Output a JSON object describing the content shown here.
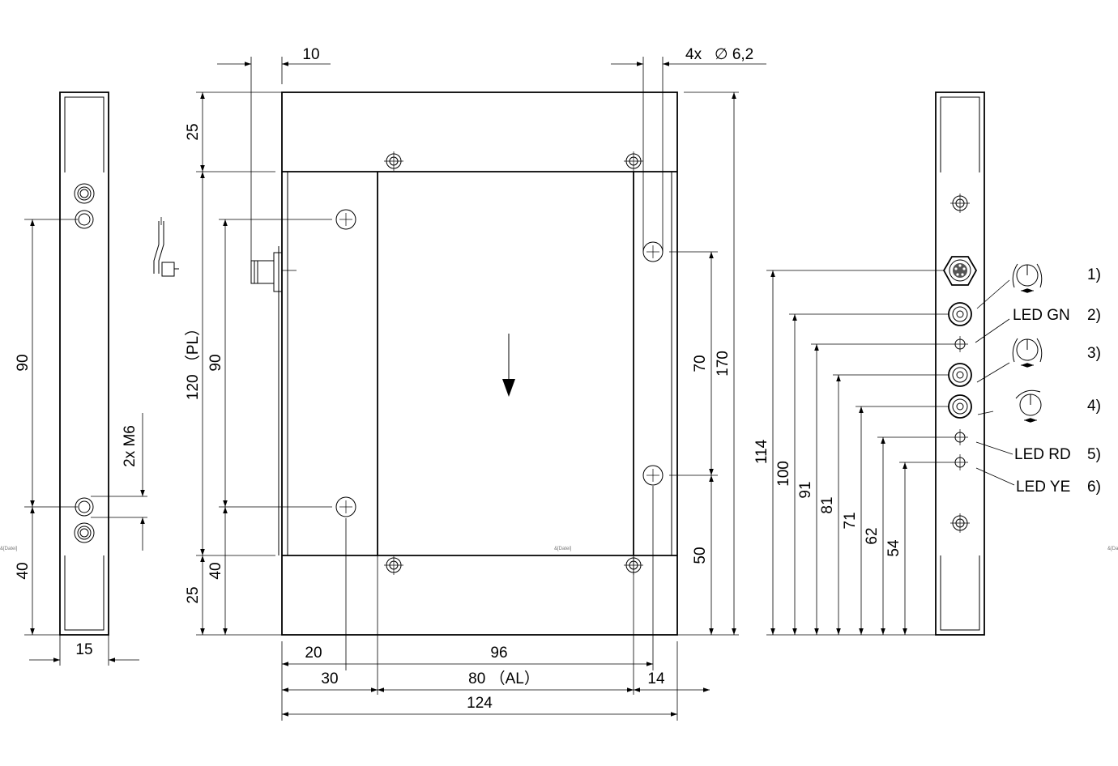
{
  "dimensions": {
    "top_width": "10",
    "holes_spec": "4x",
    "hole_dia": "∅ 6,2",
    "top_margin": "25",
    "bottom_margin": "25",
    "pl_height": "120 （PL）",
    "hole_pitch_v": "90",
    "left_hole_v": "90",
    "left_bottom": "40",
    "main_bottom": "40",
    "right_upper": "70",
    "overall_h": "170",
    "right_lower": "50",
    "side_width": "15",
    "thread": "2x M6",
    "w20": "20",
    "w96": "96",
    "w30": "30",
    "al": "80 （AL）",
    "w14": "14",
    "overall_w": "124",
    "h114": "114",
    "h100": "100",
    "h91": "91",
    "h81": "81",
    "h71": "71",
    "h62": "62",
    "h54": "54"
  },
  "legend": {
    "i1": "1)",
    "i2": "2)",
    "i3": "3)",
    "i4": "4)",
    "i5": "5)",
    "i6": "6)",
    "led_gn": "LED GN",
    "led_rd": "LED RD",
    "led_ye": "LED YE"
  },
  "watermark": "&[Datei]"
}
